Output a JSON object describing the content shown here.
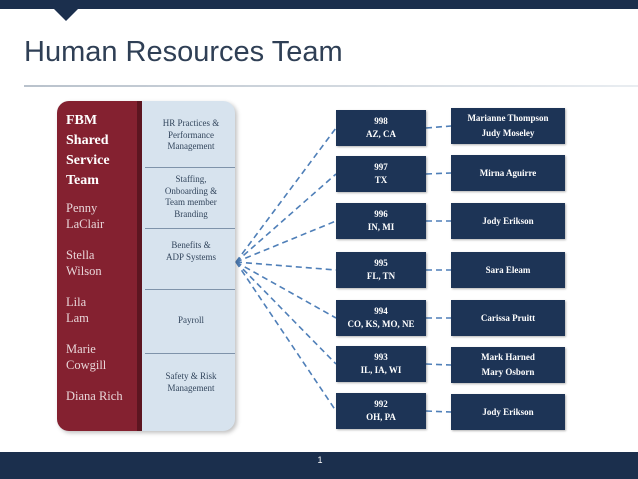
{
  "slide": {
    "title": "Human Resources Team",
    "page_number": "1"
  },
  "team": {
    "heading_lines": [
      "FBM",
      "Shared",
      "Service",
      "Team"
    ],
    "members": [
      [
        "Penny",
        "LaClair"
      ],
      [
        "Stella",
        "Wilson"
      ],
      [
        "Lila",
        "Lam"
      ],
      [
        "Marie",
        "Cowgill"
      ],
      [
        "Diana Rich"
      ]
    ]
  },
  "functions": [
    [
      "HR Practices &",
      "Performance",
      "Management"
    ],
    [
      "Staffing,",
      "Onboarding &",
      "Team member",
      "Branding"
    ],
    [
      "Benefits &",
      "ADP Systems"
    ],
    [
      "Payroll"
    ],
    [
      "Safety & Risk",
      "Management"
    ]
  ],
  "zones": [
    {
      "code": "998",
      "states": "AZ, CA",
      "contacts": [
        "Marianne Thompson",
        "Judy Moseley"
      ]
    },
    {
      "code": "997",
      "states": "TX",
      "contacts": [
        "Mirna Aguirre"
      ]
    },
    {
      "code": "996",
      "states": "IN, MI",
      "contacts": [
        "Jody Erikson"
      ]
    },
    {
      "code": "995",
      "states": "FL, TN",
      "contacts": [
        "Sara Eleam"
      ]
    },
    {
      "code": "994",
      "states": "CO, KS, MO, NE",
      "contacts": [
        "Carissa Pruitt"
      ]
    },
    {
      "code": "993",
      "states": "IL, IA, WI",
      "contacts": [
        "Mark Harned",
        "Mary Osborn"
      ]
    },
    {
      "code": "992",
      "states": "OH, PA",
      "contacts": [
        "Jody Erikson"
      ]
    }
  ],
  "colors": {
    "navy": "#1d3456",
    "maroon": "#842130",
    "panel": "#d7e3ee",
    "connector": "#4f7fb8"
  }
}
